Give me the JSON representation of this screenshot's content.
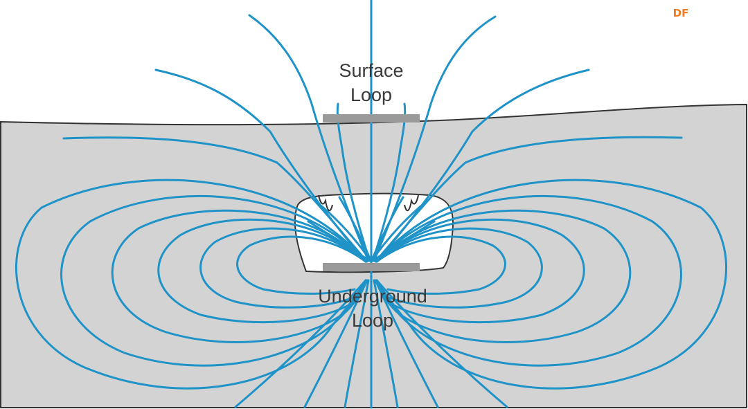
{
  "labels": {
    "surface_loop_line1": "Surface",
    "surface_loop_line2": "Loop",
    "underground_loop_line1": "Underground",
    "underground_loop_line2": "Loop"
  },
  "watermark": "DF",
  "colors": {
    "field_line": "#1f93c8",
    "ground": "#d3d3d3",
    "ground_outline": "#333333",
    "loop_bar": "#9a9a9a",
    "cavity": "#ffffff",
    "label_text": "#3a3a3a",
    "watermark": "#f2791f"
  }
}
